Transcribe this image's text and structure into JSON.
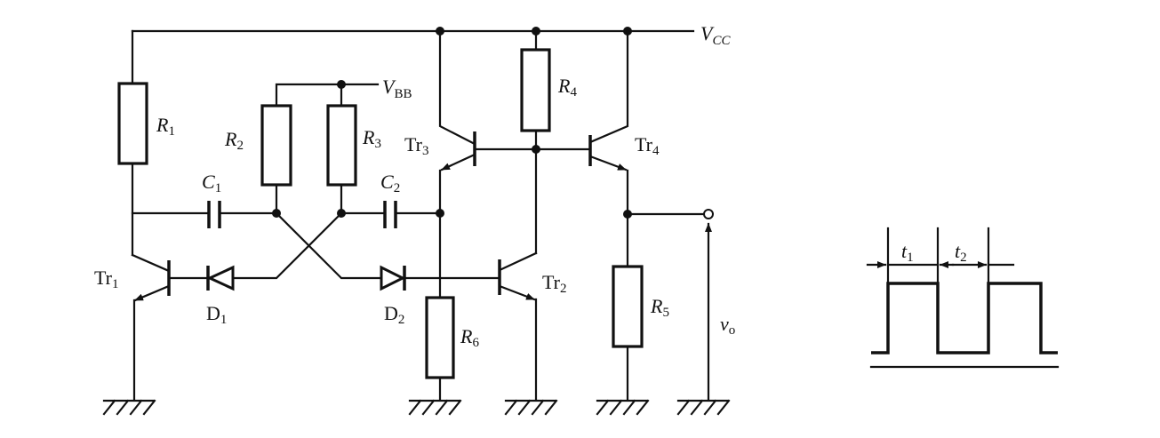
{
  "labels": {
    "vcc": {
      "main": "V",
      "sub": "CC"
    },
    "vbb": {
      "main": "V",
      "sub": "BB"
    },
    "r1": {
      "main": "R",
      "sub": "1"
    },
    "r2": {
      "main": "R",
      "sub": "2"
    },
    "r3": {
      "main": "R",
      "sub": "3"
    },
    "r4": {
      "main": "R",
      "sub": "4"
    },
    "r5": {
      "main": "R",
      "sub": "5"
    },
    "r6": {
      "main": "R",
      "sub": "6"
    },
    "c1": {
      "main": "C",
      "sub": "1"
    },
    "c2": {
      "main": "C",
      "sub": "2"
    },
    "d1": {
      "main": "D",
      "sub": "1"
    },
    "d2": {
      "main": "D",
      "sub": "2"
    },
    "tr1": {
      "main": "Tr",
      "sub": "1"
    },
    "tr2": {
      "main": "Tr",
      "sub": "2"
    },
    "tr3": {
      "main": "Tr",
      "sub": "3"
    },
    "tr4": {
      "main": "Tr",
      "sub": "4"
    },
    "vo": {
      "main": "v",
      "sub": "o"
    }
  },
  "waveform": {
    "t1": {
      "main": "t",
      "sub": "1"
    },
    "t2": {
      "main": "t",
      "sub": "2"
    }
  }
}
